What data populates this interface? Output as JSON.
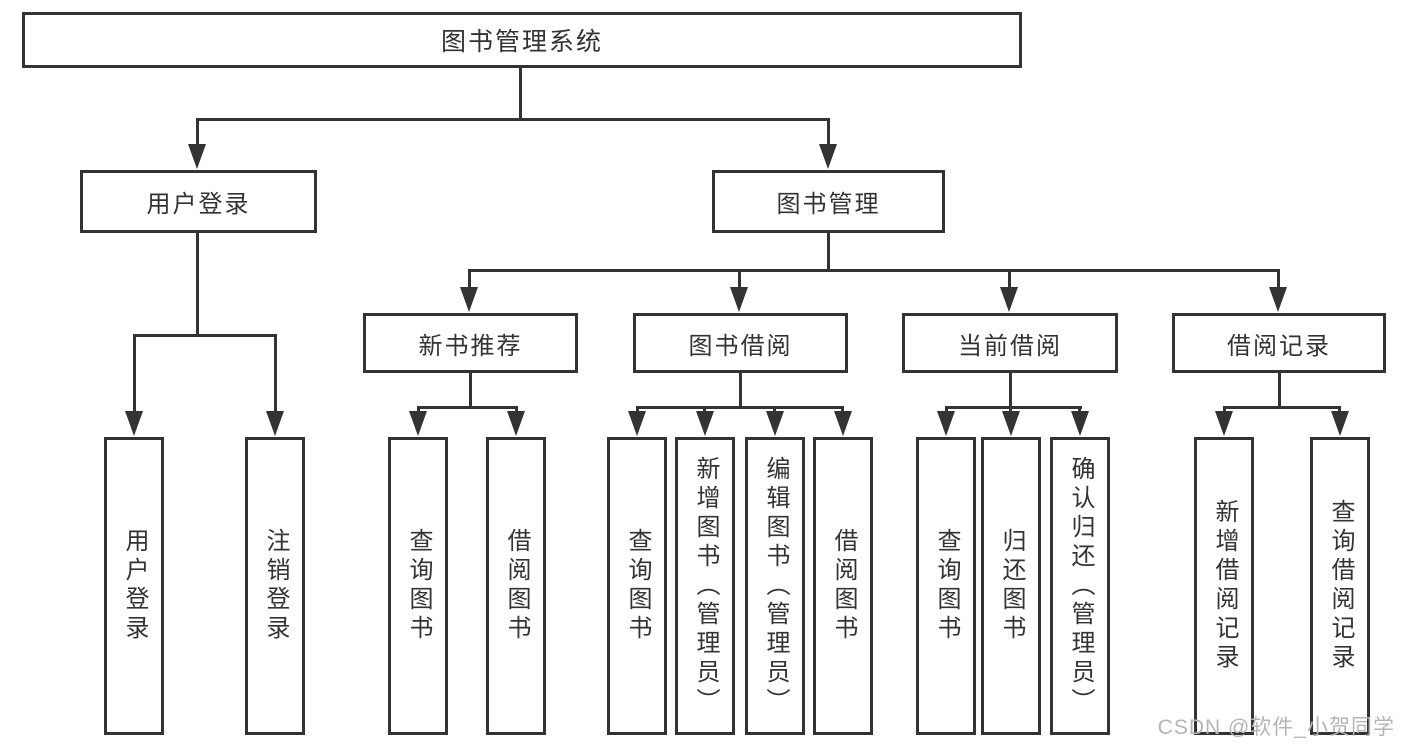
{
  "tree": {
    "root": {
      "label": "图书管理系统",
      "children": [
        {
          "label": "用户登录",
          "children": [
            {
              "label": "用户登录"
            },
            {
              "label": "注销登录"
            }
          ]
        },
        {
          "label": "图书管理",
          "children": [
            {
              "label": "新书推荐",
              "children": [
                {
                  "label": "查询图书"
                },
                {
                  "label": "借阅图书"
                }
              ]
            },
            {
              "label": "图书借阅",
              "children": [
                {
                  "label": "查询图书"
                },
                {
                  "label": "新增图书（管理员）"
                },
                {
                  "label": "编辑图书（管理员）"
                },
                {
                  "label": "借阅图书"
                }
              ]
            },
            {
              "label": "当前借阅",
              "children": [
                {
                  "label": "查询图书"
                },
                {
                  "label": "归还图书"
                },
                {
                  "label": "确认归还（管理员）"
                }
              ]
            },
            {
              "label": "借阅记录",
              "children": [
                {
                  "label": "新增借阅记录"
                },
                {
                  "label": "查询借阅记录"
                }
              ]
            }
          ]
        }
      ]
    }
  },
  "watermark": "CSDN @软件_小贺同学",
  "colors": {
    "line": "#333333",
    "text": "#333333",
    "background": "#ffffff",
    "watermark": "#b5b5b5"
  }
}
